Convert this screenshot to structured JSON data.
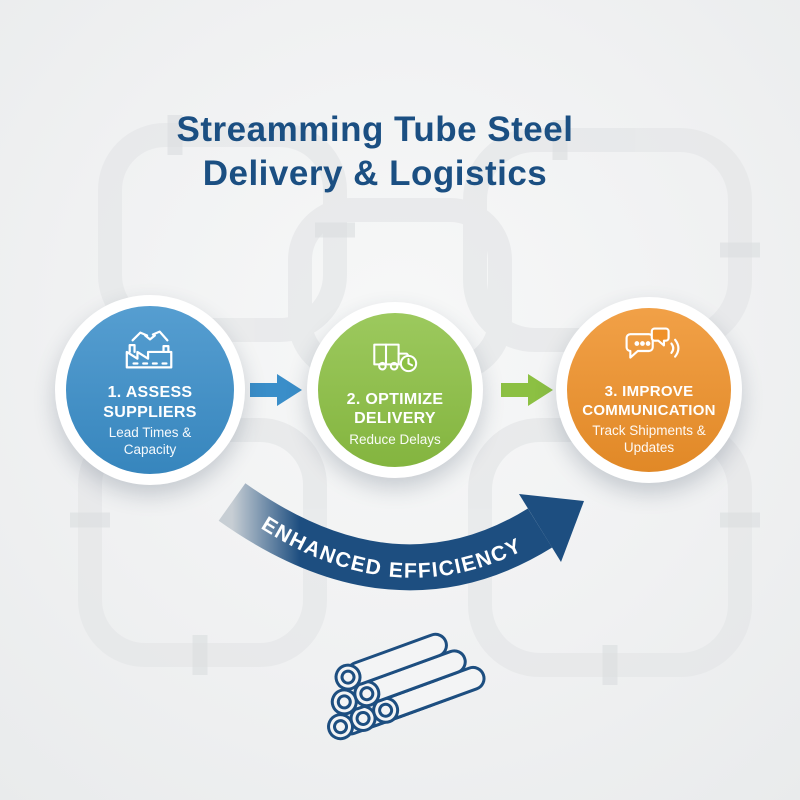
{
  "title": {
    "line1": "Streamming Tube Steel",
    "line2": "Delivery & Logistics"
  },
  "steps": [
    {
      "label": "1. ASSESS SUPPLIERS",
      "sublabel": "Lead Times & Capacity",
      "color": "#3a8ec9",
      "icon": "handshake-factory-icon"
    },
    {
      "label": "2. OPTIMIZE DELIVERY",
      "sublabel": "Reduce Delays",
      "color": "#8cc043",
      "icon": "truck-clock-icon"
    },
    {
      "label": "3. IMPROVE COMMUNICATION",
      "sublabel": "Track Shipments & Updates",
      "color": "#ef9129",
      "icon": "chat-bubbles-icon"
    }
  ],
  "arrows": [
    {
      "color": "#3a8ec9"
    },
    {
      "color": "#8cc043"
    }
  ],
  "banner": {
    "label": "ENHANCED EFFICIENCY",
    "color": "#1d4e80",
    "start_color": "#c7ced4"
  },
  "colors": {
    "background": "#f0f1f2",
    "title_text": "#1b4f82",
    "pipes_faint": "#e2e4e6",
    "tubes_outline": "#1d4e80"
  }
}
